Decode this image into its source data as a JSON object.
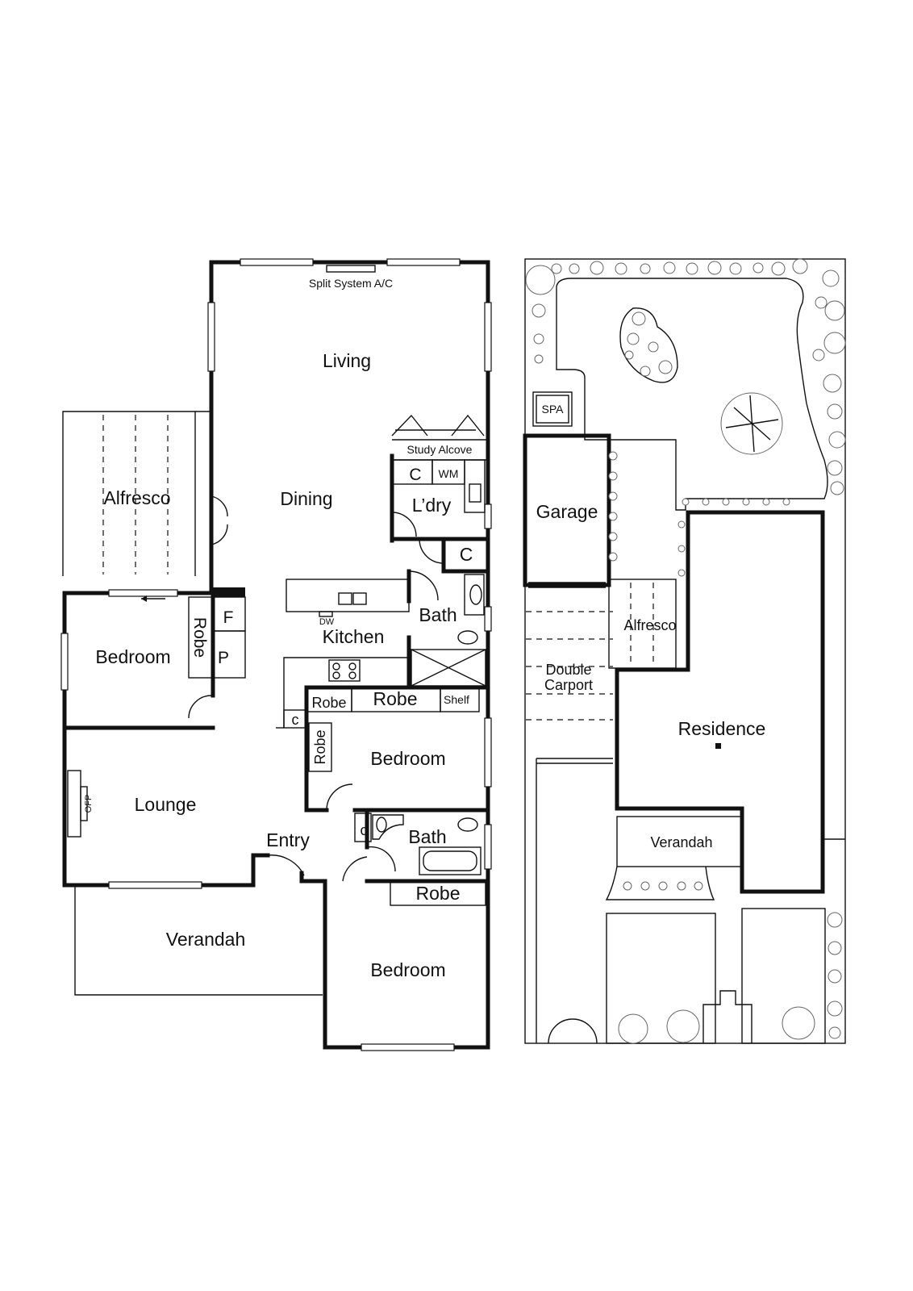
{
  "floor_plan": {
    "labels": {
      "split_system": "Split System A/C",
      "living": "Living",
      "dining": "Dining",
      "alfresco": "Alfresco",
      "study_alcove": "Study Alcove",
      "cupboard_laundry": "C",
      "wm": "WM",
      "laundry": "L’dry",
      "cupboard_bath": "C",
      "bath_1": "Bath",
      "kitchen": "Kitchen",
      "dw": "DW",
      "fridge": "F",
      "pantry": "P",
      "robe_bed1": "Robe",
      "bedroom_1": "Bedroom",
      "robe_left": "Robe",
      "robe_main": "Robe",
      "shelf": "Shelf",
      "cupboard_kitchen": "c",
      "robe_vertical": "Robe",
      "bedroom_2": "Bedroom",
      "ofp": "OFP",
      "lounge": "Lounge",
      "entry": "Entry",
      "cupboard_entry": "c",
      "bath_2": "Bath",
      "robe_bed3": "Robe",
      "verandah": "Verandah",
      "bedroom_3": "Bedroom"
    }
  },
  "site_plan": {
    "labels": {
      "spa": "SPA",
      "garage": "Garage",
      "alfresco": "Alfresco",
      "double_carport_1": "Double",
      "double_carport_2": "Carport",
      "residence": "Residence",
      "verandah": "Verandah"
    }
  }
}
